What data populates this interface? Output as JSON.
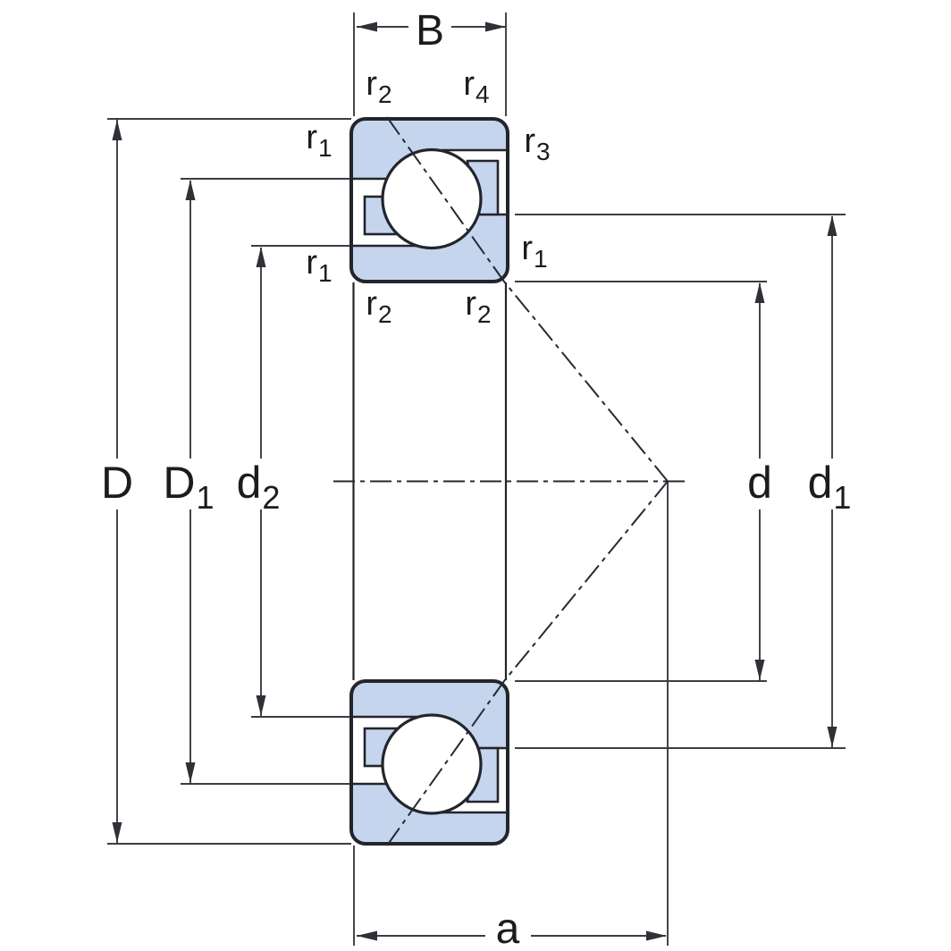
{
  "diagram": {
    "colors": {
      "ring_fill": "#c6d5ee",
      "outline": "#22252b",
      "dimension_lines": "#3a3d42",
      "background": "#ffffff"
    },
    "dimension_labels": {
      "B": {
        "main": "B",
        "sub": ""
      },
      "D": {
        "main": "D",
        "sub": ""
      },
      "D1": {
        "main": "D",
        "sub": "1"
      },
      "d2": {
        "main": "d",
        "sub": "2"
      },
      "d": {
        "main": "d",
        "sub": ""
      },
      "d1": {
        "main": "d",
        "sub": "1"
      },
      "a": {
        "main": "a",
        "sub": ""
      }
    },
    "radius_labels": {
      "r2_top_left": {
        "main": "r",
        "sub": "2"
      },
      "r4_top_right": {
        "main": "r",
        "sub": "4"
      },
      "r1_upper_left": {
        "main": "r",
        "sub": "1"
      },
      "r3_upper_right": {
        "main": "r",
        "sub": "3"
      },
      "r1_lower_left": {
        "main": "r",
        "sub": "1"
      },
      "r1_lower_right": {
        "main": "r",
        "sub": "1"
      },
      "r2_bottom_left": {
        "main": "r",
        "sub": "2"
      },
      "r2_bottom_right": {
        "main": "r",
        "sub": "2"
      }
    }
  }
}
